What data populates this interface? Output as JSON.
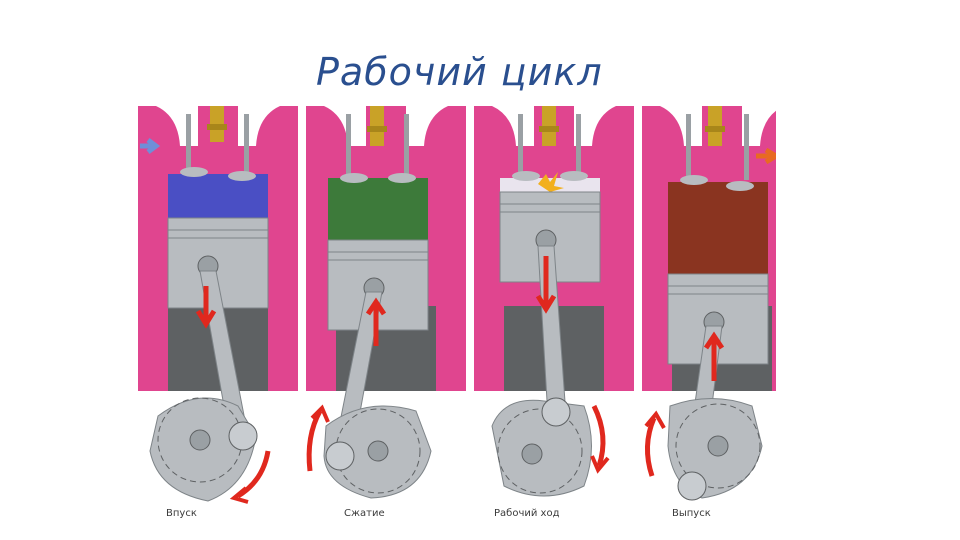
{
  "slide": {
    "title": "Рабочий цикл"
  },
  "strokes": [
    {
      "label": "Впуск",
      "gas_color": "#4a4fc4",
      "piston": "down",
      "flow_arrow": "in"
    },
    {
      "label": "Сжатие",
      "gas_color": "#3d7a3a",
      "piston": "up",
      "flow_arrow": "none"
    },
    {
      "label": "Рабочий ход",
      "gas_color": "#e9e4ee",
      "piston": "down",
      "flow_arrow": "spark"
    },
    {
      "label": "Выпуск",
      "gas_color": "#8a3420",
      "piston": "up",
      "flow_arrow": "out"
    }
  ],
  "colors": {
    "cylinder_wall": "#e0458f",
    "metal": "#b8bcc0",
    "metal_dark": "#7e8488",
    "crankcase": "#5e6163",
    "arrow": "#e0281e",
    "intake_arrow": "#6f8fd8",
    "exhaust_arrow": "#e86a22",
    "spark_plug": "#c9a227"
  }
}
